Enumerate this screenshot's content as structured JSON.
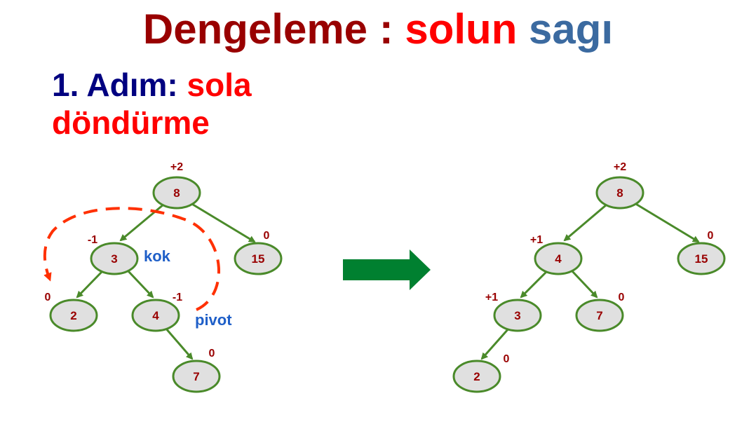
{
  "title": {
    "part1": "Dengeleme : ",
    "part2": "solun ",
    "part3": "sagı"
  },
  "step": {
    "prefix": "1. Adım: ",
    "action_line1": "sola",
    "action_line2": "döndürme"
  },
  "colors": {
    "title_dark": "#990000",
    "accent_red": "#ff0000",
    "accent_blue": "#3b6aa0",
    "step_navy": "#000080",
    "node_fill": "#e0e0e0",
    "node_stroke": "#4a8a2a",
    "edge": "#4a8a2a",
    "arrow_green": "#008030",
    "rotation_dash": "#ff3000",
    "label_blue": "#1f5fc8"
  },
  "left_tree": {
    "nodes": {
      "n8": "8",
      "n3": "3",
      "n15": "15",
      "n2": "2",
      "n4": "4",
      "n7": "7"
    },
    "balances": {
      "n8": "+2",
      "n3": "-1",
      "n15": "0",
      "n2": "0",
      "n4": "-1",
      "n7": "0"
    },
    "labels": {
      "kok": "kok",
      "pivot": "pivot"
    }
  },
  "right_tree": {
    "nodes": {
      "n8": "8",
      "n4": "4",
      "n15": "15",
      "n3": "3",
      "n7": "7",
      "n2": "2"
    },
    "balances": {
      "n8": "+2",
      "n4": "+1",
      "n15": "0",
      "n3": "+1",
      "n7": "0",
      "n2": "0"
    }
  },
  "transition_arrow": "right-arrow-icon"
}
